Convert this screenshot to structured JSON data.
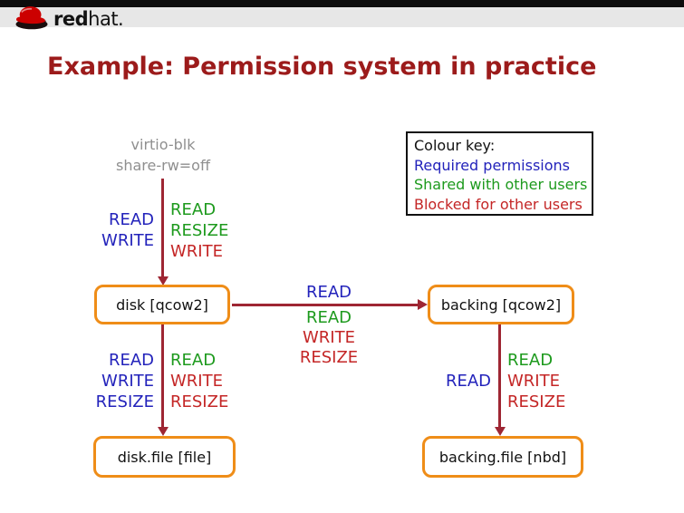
{
  "palette": {
    "blue": "#2323bb",
    "green": "#1d9a1d",
    "red": "#c42626",
    "maroon": "#9e2633",
    "orange": "#ef8d18",
    "gray": "#8f8f8f",
    "title_red": "#9c1b1b",
    "black": "#111111"
  },
  "header": {
    "logo_text_bold": "red",
    "logo_text_light": "hat."
  },
  "title": "Example: Permission system in practice",
  "colour_key": {
    "heading": "Colour key:",
    "entries": [
      {
        "label": "Required permissions",
        "color": "blue"
      },
      {
        "label": "Shared with other users",
        "color": "green"
      },
      {
        "label": "Blocked for other users",
        "color": "red"
      }
    ]
  },
  "diagram": {
    "device": {
      "line1": "virtio-blk",
      "line2": "share-rw=off"
    },
    "nodes": {
      "disk": "disk [qcow2]",
      "backing": "backing [qcow2]",
      "disk_file": "disk.file [file]",
      "backing_file": "backing.file [nbd]"
    },
    "edge_virtio_disk": {
      "required": [
        "READ",
        "WRITE"
      ],
      "others": [
        {
          "text": "READ",
          "color": "green"
        },
        {
          "text": "RESIZE",
          "color": "green"
        },
        {
          "text": "WRITE",
          "color": "red"
        }
      ]
    },
    "edge_disk_backing": {
      "required": [
        "READ"
      ],
      "others": [
        {
          "text": "READ",
          "color": "green"
        },
        {
          "text": "WRITE",
          "color": "red"
        },
        {
          "text": "RESIZE",
          "color": "red"
        }
      ]
    },
    "edge_disk_file": {
      "required": [
        "READ",
        "WRITE",
        "RESIZE"
      ],
      "others": [
        {
          "text": "READ",
          "color": "green"
        },
        {
          "text": "WRITE",
          "color": "red"
        },
        {
          "text": "RESIZE",
          "color": "red"
        }
      ]
    },
    "edge_backing_file": {
      "required": [
        "READ"
      ],
      "others": [
        {
          "text": "READ",
          "color": "green"
        },
        {
          "text": "WRITE",
          "color": "red"
        },
        {
          "text": "RESIZE",
          "color": "red"
        }
      ]
    }
  }
}
